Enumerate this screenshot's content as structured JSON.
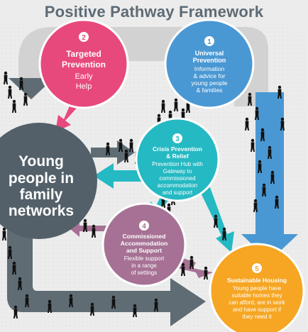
{
  "title": "Positive Pathway Framework",
  "colors": {
    "background": "#ececec",
    "grey_band": "#5f6c74",
    "targeted": "#e8497c",
    "universal": "#4a98d3",
    "crisis": "#25b9c3",
    "commissioned": "#a67195",
    "sustainable": "#f6a623",
    "young_people": "#536069"
  },
  "nodes": {
    "targeted": {
      "number": "2",
      "lines": [
        "Targeted",
        "Prevention",
        "Early",
        "Help"
      ]
    },
    "universal": {
      "number": "1",
      "lines": [
        "Universal",
        "Prevention",
        "Information",
        "& advice for",
        "young people",
        "& families"
      ]
    },
    "crisis": {
      "number": "3",
      "lines": [
        "Crisis Prevention",
        "& Relief",
        "Prevention Hub with",
        "Gateway to",
        "commissioned",
        "accommodation",
        "and support"
      ]
    },
    "commissioned": {
      "number": "4",
      "lines": [
        "Commissioned",
        "Accommodation",
        "and Support",
        "Flexible support",
        "in a range",
        "of settings"
      ]
    },
    "sustainable": {
      "number": "5",
      "lines": [
        "Sustainable Housing",
        "Young people have",
        "suitable homes they",
        "can afford, are in work",
        "and have support if",
        "they need it"
      ]
    },
    "young_people": {
      "lines": [
        "Young",
        "people in",
        "family",
        "networks"
      ]
    }
  }
}
